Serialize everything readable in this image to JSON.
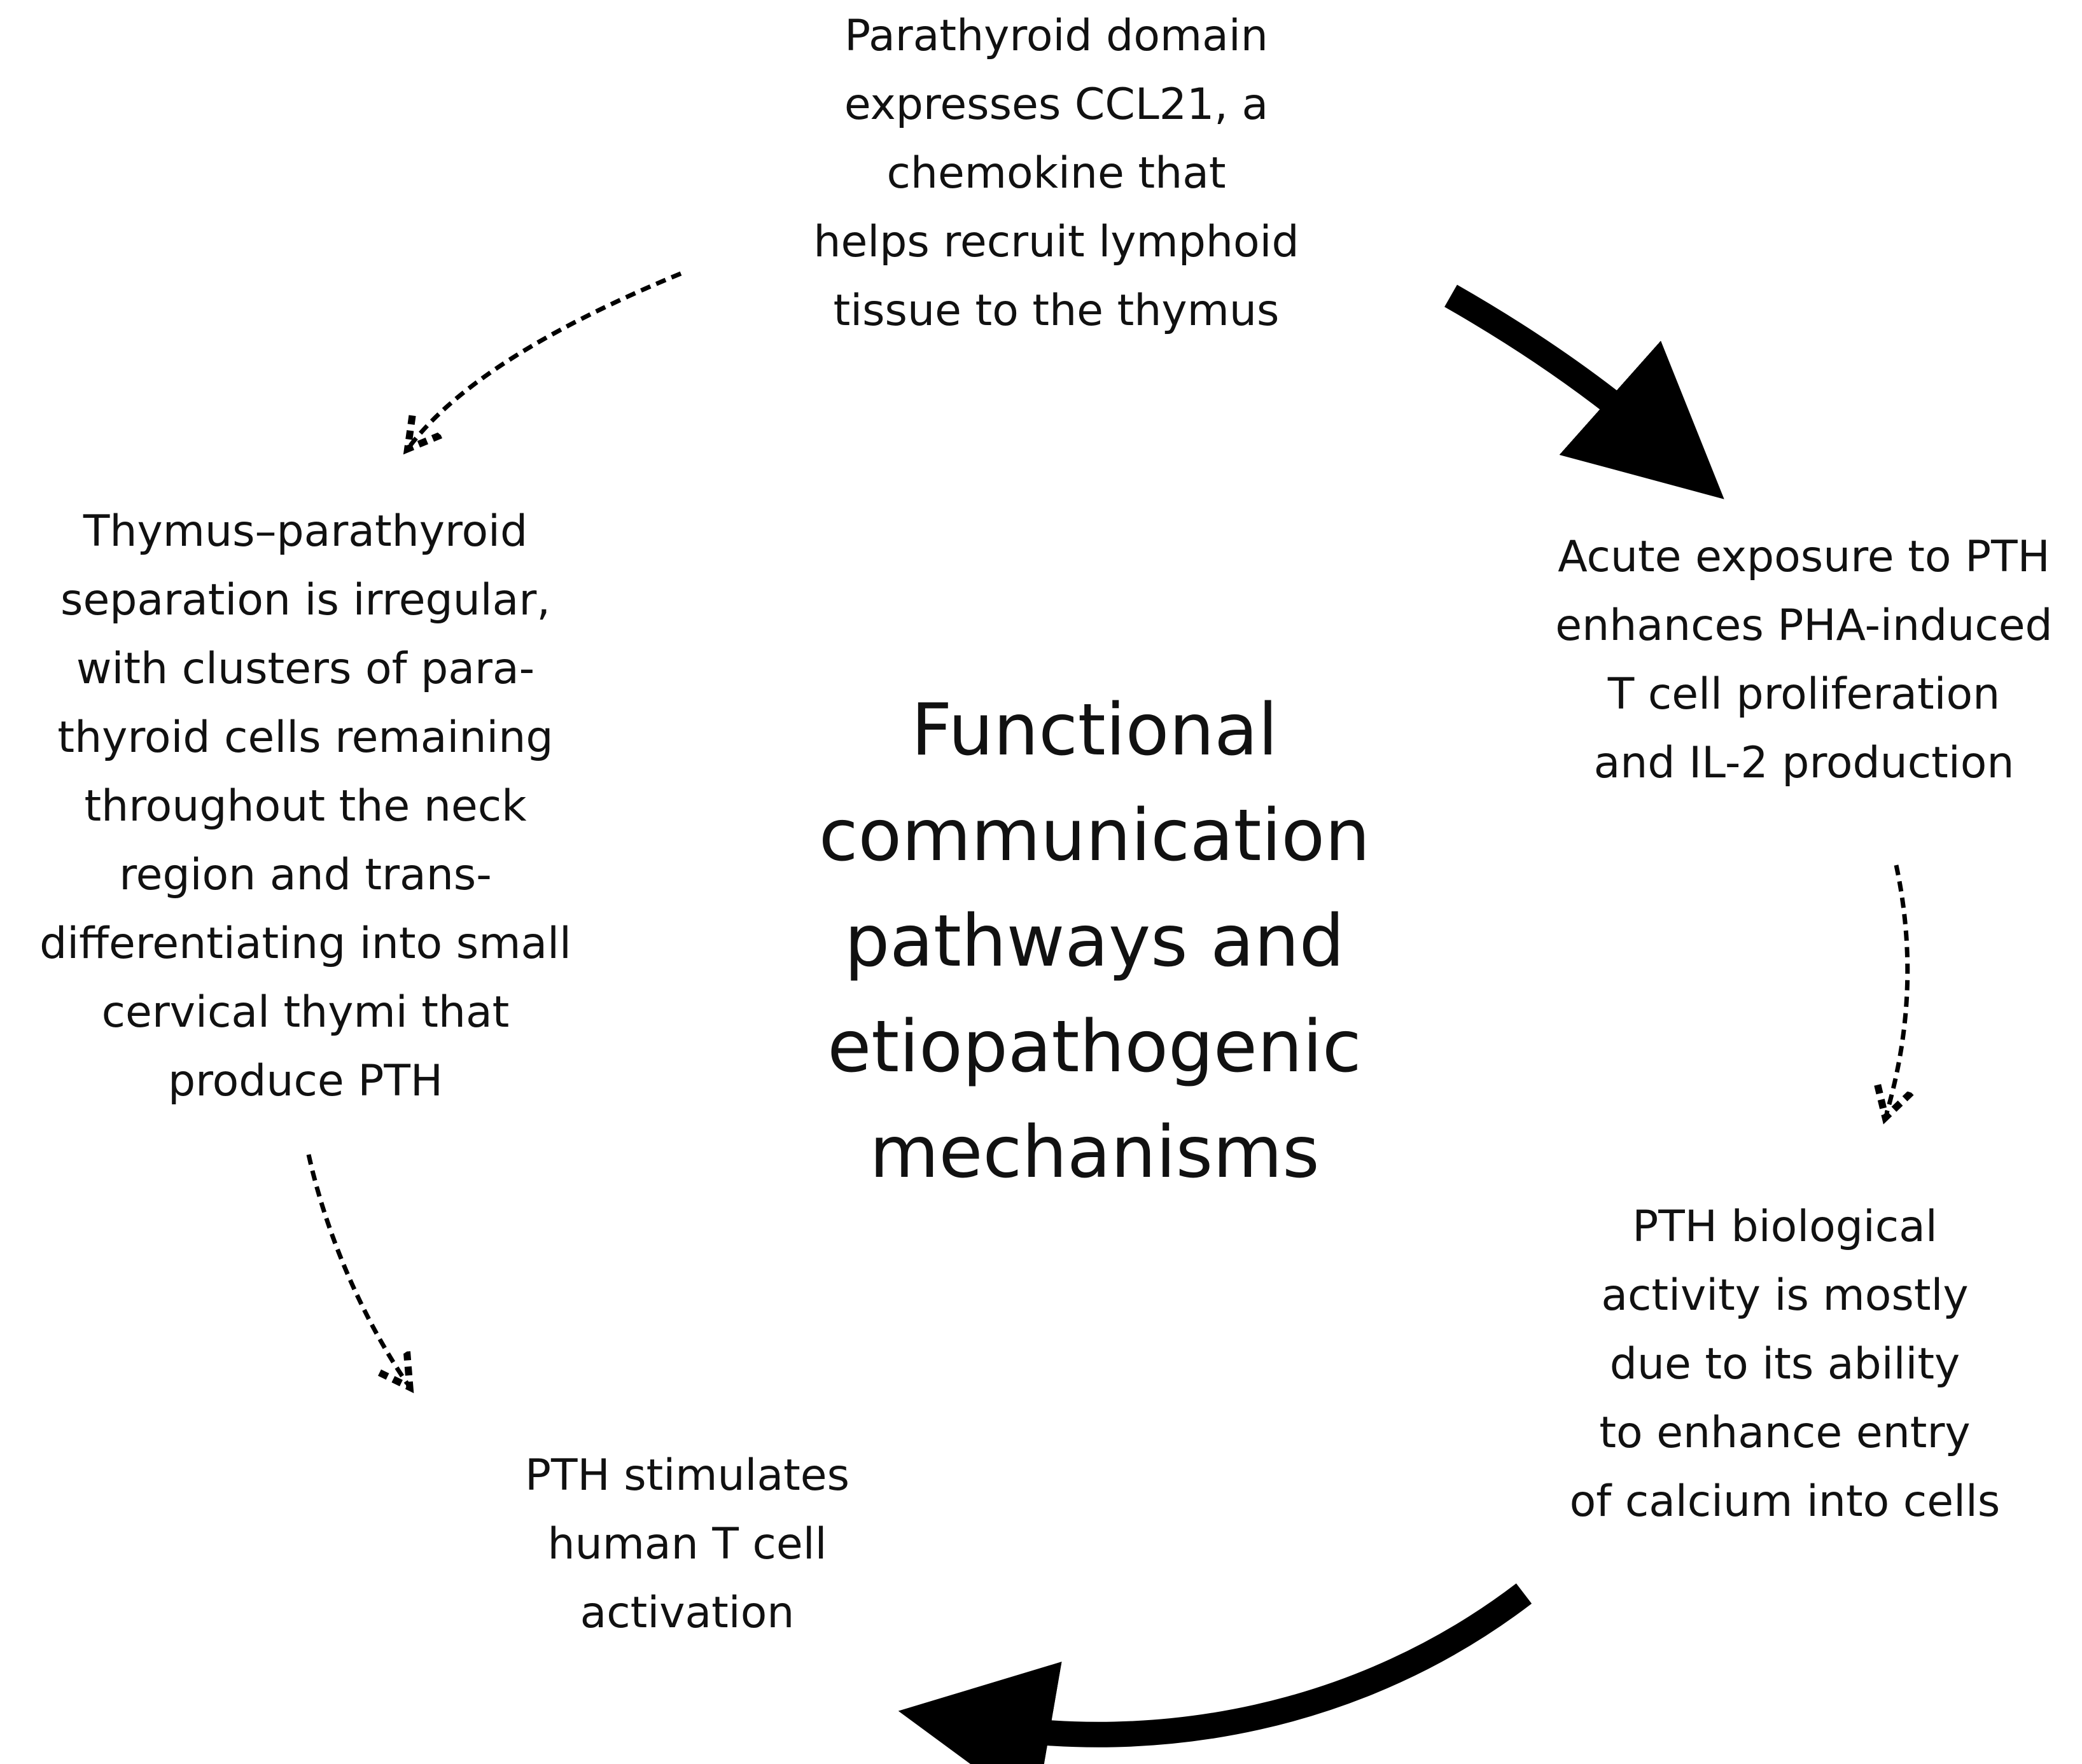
{
  "title_lines": [
    "Functional",
    "communication",
    "pathways and",
    "etiopathogenic",
    "mechanisms"
  ],
  "nodes": {
    "top": [
      "Parathyroid domain",
      "expresses CCL21, a",
      "chemokine that",
      "helps recruit lymphoid",
      "tissue to the thymus"
    ],
    "right_upper": [
      "Acute exposure to PTH",
      "enhances PHA-induced",
      "T cell proliferation",
      "and IL-2 production"
    ],
    "right_lower": [
      "PTH biological",
      "activity is mostly",
      "due to its ability",
      "to enhance entry",
      "of calcium into cells"
    ],
    "bottom_left": [
      "PTH stimulates",
      "human T cell",
      "activation"
    ],
    "left": [
      "Thymus–parathyroid",
      "separation is irregular,",
      "with clusters of para-",
      "thyroid cells remaining",
      "throughout the neck",
      "region and trans-",
      "differentiating into small",
      "cervical thymi that",
      "produce PTH"
    ]
  },
  "colors": {
    "text": "#111111",
    "arrow": "#000000",
    "background": "#ffffff"
  }
}
